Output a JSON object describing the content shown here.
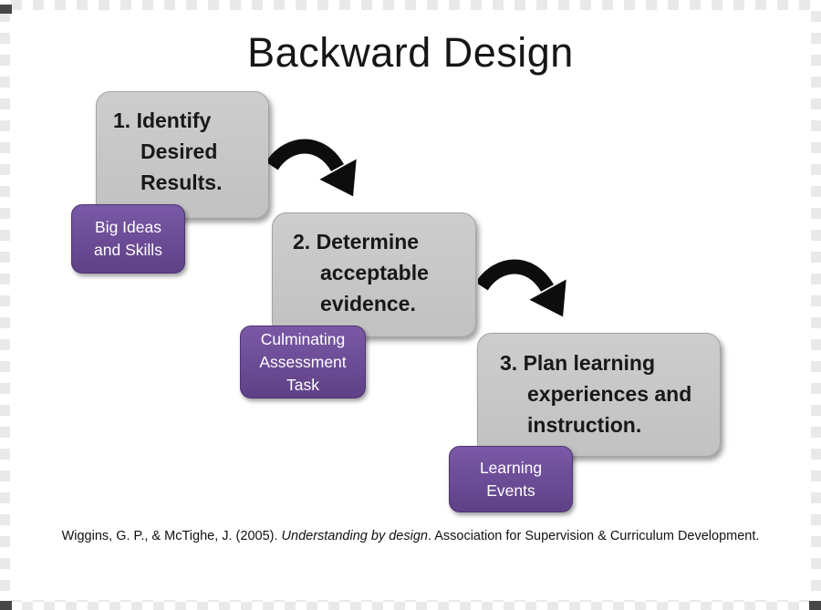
{
  "title": "Backward Design",
  "steps": [
    {
      "label": "1. Identify\nDesired\nResults.",
      "tag": "Big Ideas\nand Skills"
    },
    {
      "label": "2. Determine\nacceptable\nevidence.",
      "tag": "Culminating\nAssessment\nTask"
    },
    {
      "label": "3. Plan learning\nexperiences and\ninstruction.",
      "tag": "Learning\nEvents"
    }
  ],
  "citation": {
    "prefix": "Wiggins, G. P., & McTighe, J. (2005). ",
    "italic": "Understanding by design",
    "suffix": ". Association for Supervision & Curriculum Development."
  },
  "icons": [
    {
      "name": "curved-arrow-icon",
      "meaning": "flow from step 1 to step 2"
    },
    {
      "name": "curved-arrow-icon",
      "meaning": "flow from step 2 to step 3"
    }
  ],
  "colors": {
    "step_box_gray": "#c6c6c6",
    "tag_purple": "#6b4b97",
    "arrow_black": "#0d0d0d",
    "text_dark": "#181818",
    "tag_text": "#ffffff"
  }
}
